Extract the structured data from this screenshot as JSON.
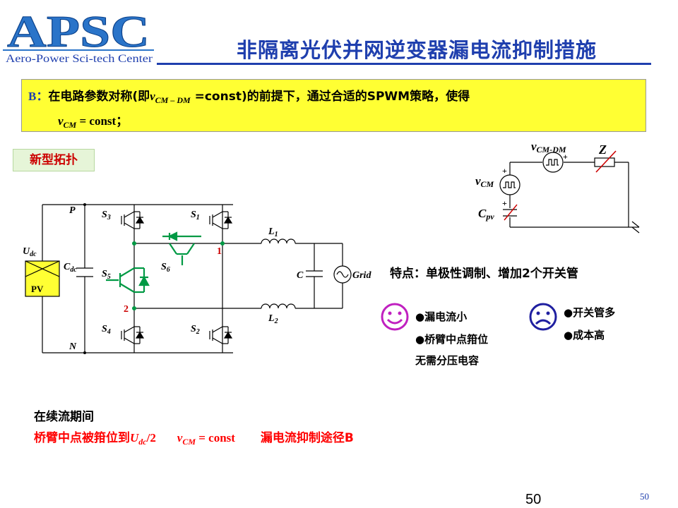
{
  "logo": {
    "main": "APSC",
    "tagline": "Aero-Power Sci-tech Center"
  },
  "title": "非隔离光伏并网逆变器漏电流抑制措施",
  "yellow_box": {
    "prefix": "B：",
    "line1_a": "在电路参数对称(即",
    "var_v": "v",
    "var_sub1": "CM – DM",
    "line1_b": " =const)的前提下，通过合适的SPWM策略，使得",
    "line2_v": "v",
    "line2_sub": "CM",
    "line2_rest": " = const；"
  },
  "tag": "新型拓扑",
  "circuit": {
    "labels": {
      "P": "P",
      "N": "N",
      "Udc": "U",
      "Udc_sub": "dc",
      "Cdc": "C",
      "Cdc_sub": "dc",
      "PV": "PV",
      "S1": "S",
      "S1_sub": "1",
      "S2": "S",
      "S2_sub": "2",
      "S3": "S",
      "S3_sub": "3",
      "S4": "S",
      "S4_sub": "4",
      "S5": "S",
      "S5_sub": "5",
      "S6": "S",
      "S6_sub": "6",
      "L1": "L",
      "L1_sub": "1",
      "L2": "L",
      "L2_sub": "2",
      "C": "C",
      "Grid": "Grid",
      "node1": "1",
      "node2": "2"
    }
  },
  "mini_circuit": {
    "vcmdm": "v",
    "vcmdm_sub": "CM-DM",
    "Z": "Z",
    "vcm": "v",
    "vcm_sub": "CM",
    "cpv": "C",
    "cpv_sub": "pv",
    "plus": "+"
  },
  "feature": "特点：单极性调制、增加2个开关管",
  "pros": [
    "●漏电流小",
    "●桥臂中点箝位",
    "无需分压电容"
  ],
  "cons": [
    "●开关管多",
    "●成本高"
  ],
  "freewheel": {
    "heading": "在续流期间",
    "part_a": "桥臂中点被箝位到",
    "U": "U",
    "U_sub": "dc",
    "part_b": "/2",
    "v": "v",
    "v_sub": "CM",
    "part_c": " = const",
    "part_d": "漏电流抑制途径B"
  },
  "page_center": "50",
  "page_right": "50",
  "colors": {
    "title": "#1f3fae",
    "box": "#ffff33",
    "green": "#009944",
    "red": "#cc0000",
    "smile": "#c020c0",
    "frown": "#1f1fa0"
  }
}
